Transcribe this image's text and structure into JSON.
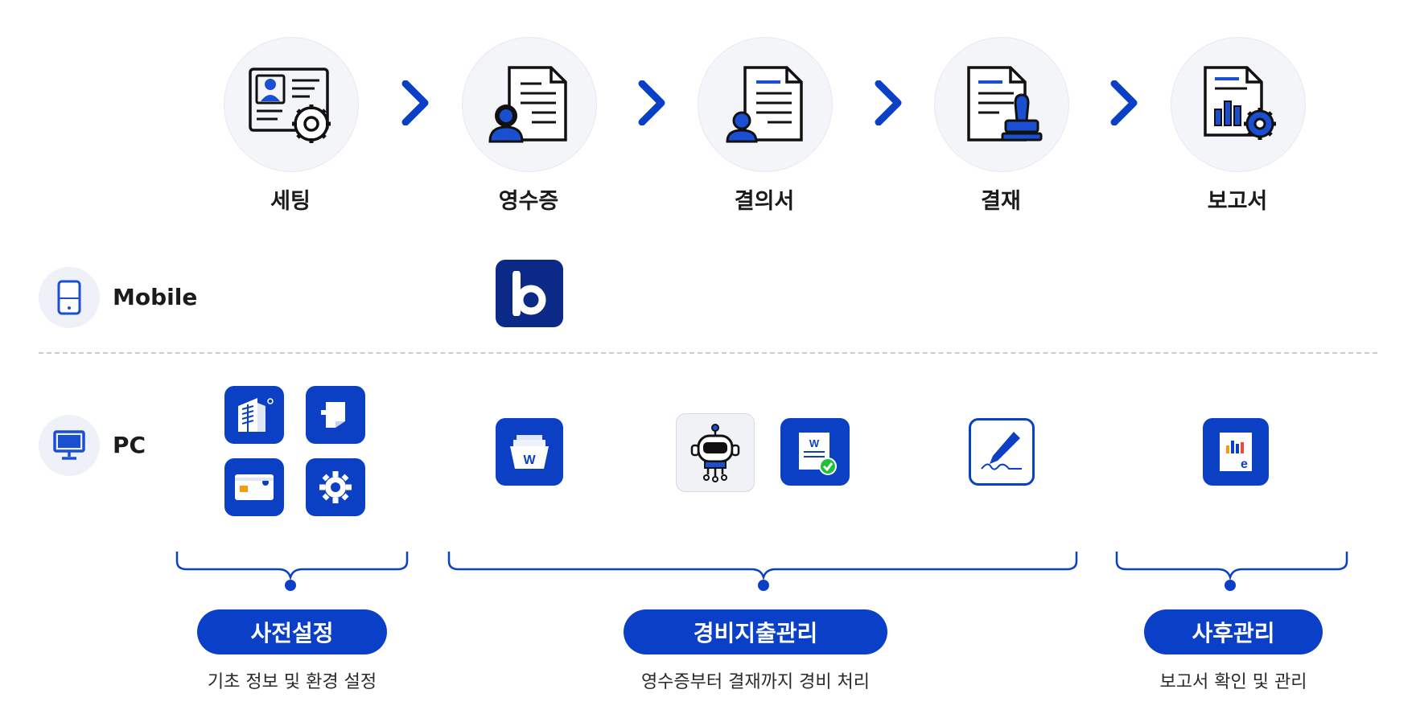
{
  "steps": [
    {
      "label": "세팅",
      "icon": "id-card-gear-icon"
    },
    {
      "label": "영수증",
      "icon": "receipt-person-icon"
    },
    {
      "label": "결의서",
      "icon": "document-person-icon"
    },
    {
      "label": "결재",
      "icon": "document-stamp-icon"
    },
    {
      "label": "보고서",
      "icon": "report-chart-gear-icon"
    }
  ],
  "devices": {
    "mobile": {
      "label": "Mobile",
      "icon": "smartphone-icon"
    },
    "pc": {
      "label": "PC",
      "icon": "monitor-icon"
    }
  },
  "groups": [
    {
      "title": "사전설정",
      "desc": "기초 정보 및 환경 설정"
    },
    {
      "title": "경비지출관리",
      "desc": "영수증부터 결재까지 경비 처리"
    },
    {
      "title": "사후관리",
      "desc": "보고서 확인 및 관리"
    }
  ],
  "colors": {
    "accent": "#0a40c8",
    "dark_navy": "#0b2a88",
    "circle_bg": "#f3f5f9"
  }
}
